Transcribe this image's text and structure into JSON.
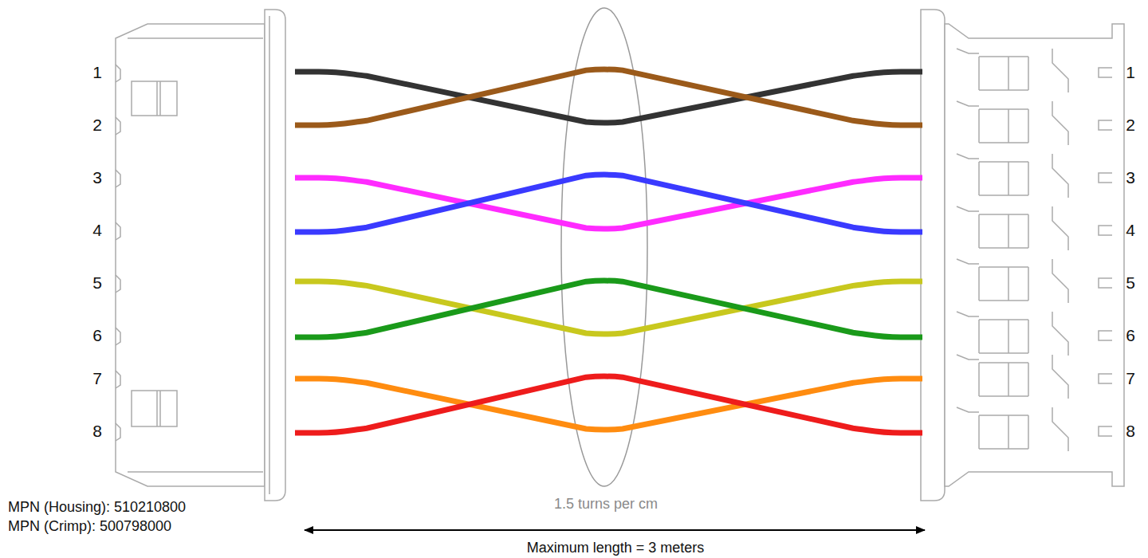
{
  "diagram": {
    "labels": [
      "1",
      "2",
      "3",
      "4",
      "5",
      "6",
      "7",
      "8",
      "1",
      "2",
      "3",
      "4",
      "5",
      "6",
      "7",
      "8",
      "1.5 turns per cm",
      "MPN (Housing): 510210800",
      "MPN (Crimp): 500798000",
      "Maximum length = 3 meters"
    ]
  }
}
